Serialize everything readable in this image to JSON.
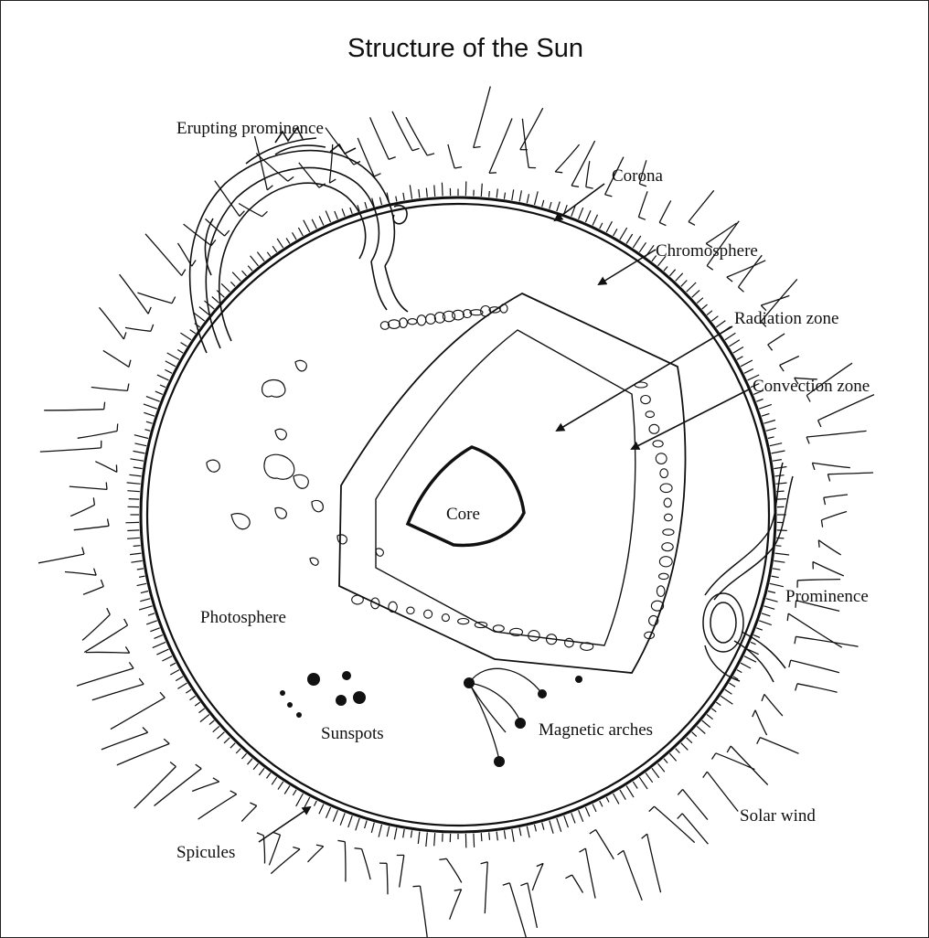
{
  "diagram": {
    "title": "Structure of the Sun",
    "labels": {
      "erupting_prominence": "Erupting prominence",
      "corona": "Corona",
      "chromosphere": "Chromosphere",
      "radiation_zone": "Radiation zone",
      "convection_zone": "Convection zone",
      "core": "Core",
      "prominence": "Prominence",
      "photosphere": "Photosphere",
      "sunspots": "Sunspots",
      "magnetic_arches": "Magnetic arches",
      "solar_wind": "Solar wind",
      "spicules": "Spicules"
    }
  },
  "colors": {
    "ink": "#111111",
    "background": "#ffffff"
  }
}
